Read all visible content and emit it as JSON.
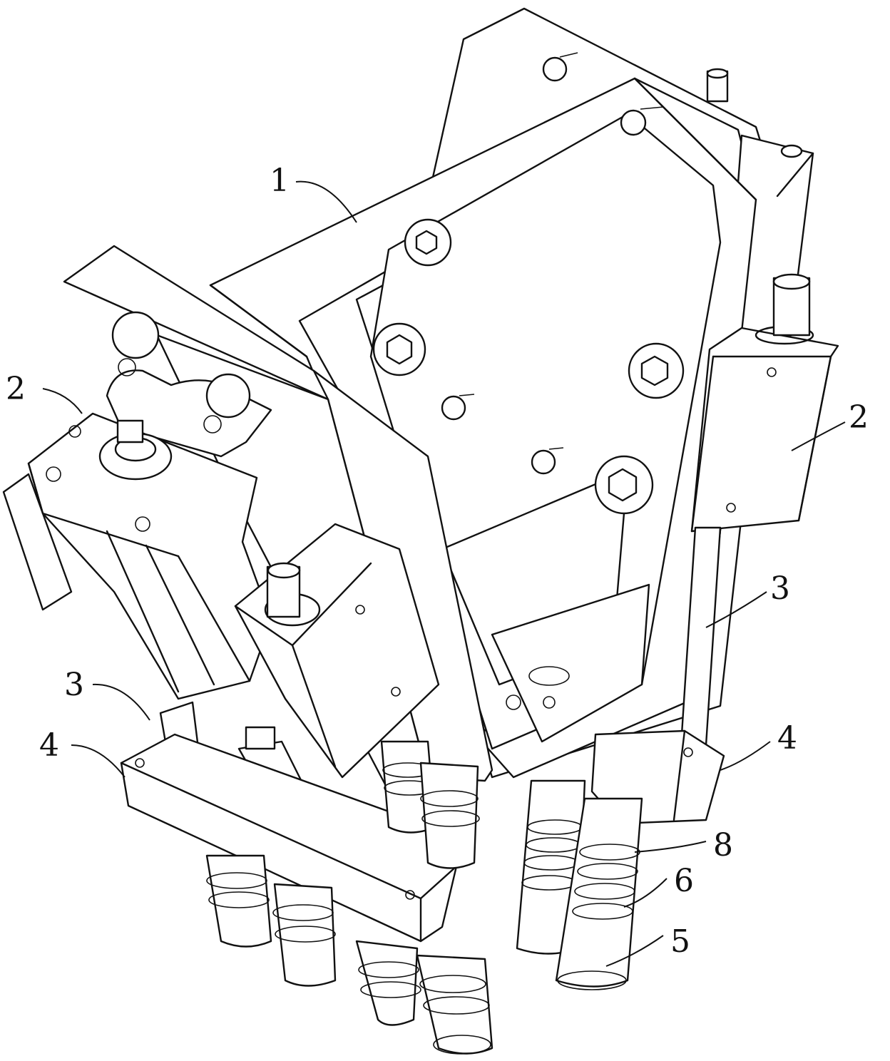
{
  "callouts": [
    {
      "id": "c1",
      "text": "1"
    },
    {
      "id": "c2-left",
      "text": "2"
    },
    {
      "id": "c2-right",
      "text": "2"
    },
    {
      "id": "c3-left",
      "text": "3"
    },
    {
      "id": "c3-right",
      "text": "3"
    },
    {
      "id": "c4-left",
      "text": "4"
    },
    {
      "id": "c4-right",
      "text": "4"
    },
    {
      "id": "c8",
      "text": "8"
    },
    {
      "id": "c6",
      "text": "6"
    },
    {
      "id": "c5",
      "text": "5"
    }
  ],
  "colors": {
    "line": "#111111",
    "background": "#ffffff"
  }
}
